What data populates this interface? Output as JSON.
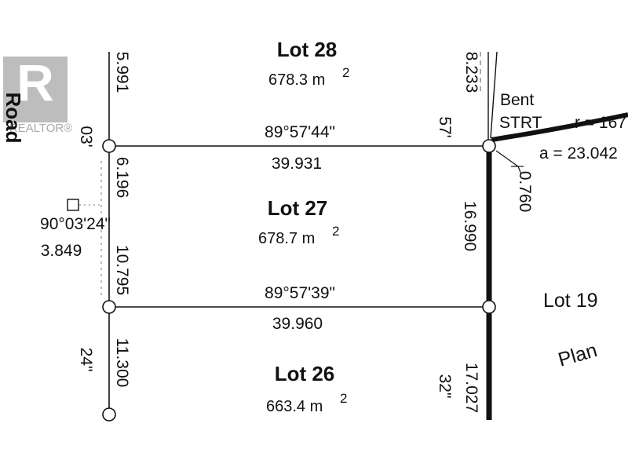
{
  "watermark": {
    "text": "REALTOR®",
    "color": "#9a9a9a"
  },
  "road_label": "Road",
  "lots": {
    "top": {
      "name": "Lot 28",
      "area": "678.3 m",
      "area_sup": "2"
    },
    "middle": {
      "name": "Lot 27",
      "area": "678.7 m",
      "area_sup": "2"
    },
    "bottom": {
      "name": "Lot 26",
      "area": "663.4 m",
      "area_sup": "2"
    },
    "right": {
      "name": "Lot 19"
    },
    "plan_label": "Plan"
  },
  "lines": {
    "upper": {
      "bearing": "89°57'44\"",
      "distance": "39.931"
    },
    "lower": {
      "bearing": "89°57'39\"",
      "distance": "39.960"
    }
  },
  "left_boundary": {
    "dist_top": "5.991",
    "dist_a": "6.196",
    "dist_b": "10.795",
    "dist_c": "11.300",
    "sec_03": "03'",
    "sec_24": "24\"",
    "angle": "90°03'24\"",
    "offset": "3.849"
  },
  "right_boundary": {
    "dist_top": "8.233",
    "dist_mid": "16.990",
    "dist_bot": "17.027",
    "sec_57": "57'",
    "sec_32": "32\"",
    "bent_label": "Bent",
    "strt_label": "STRT",
    "radius": "r = 167",
    "arc": "a = 23.042",
    "offset": "0.760"
  },
  "colors": {
    "line": "#111111",
    "background": "#ffffff"
  }
}
